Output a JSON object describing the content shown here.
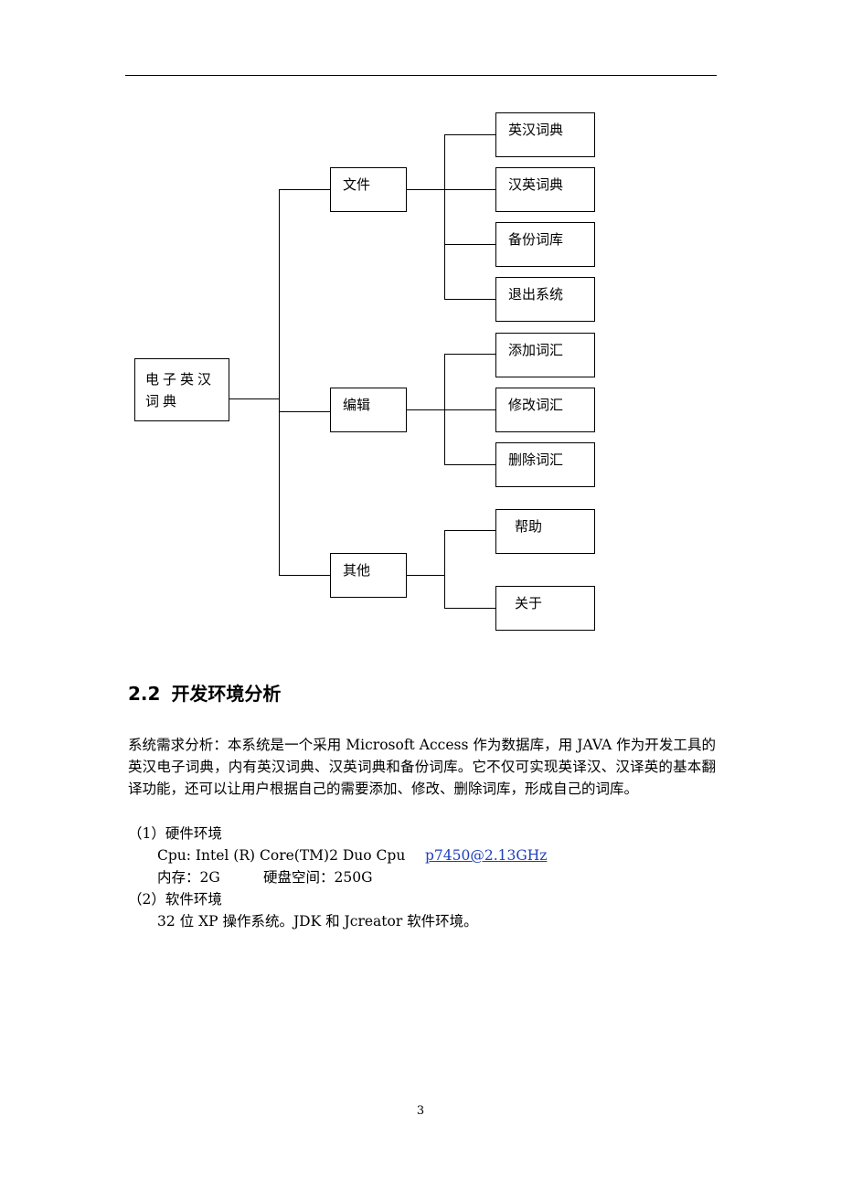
{
  "diagram": {
    "root": "电子英汉词典",
    "groups": {
      "file": {
        "label": "文件",
        "items": [
          "英汉词典",
          "汉英词典",
          "备份词库",
          "退出系统"
        ]
      },
      "edit": {
        "label": "编辑",
        "items": [
          "添加词汇",
          "修改词汇",
          "删除词汇"
        ]
      },
      "other": {
        "label": "其他",
        "items": [
          "帮助",
          "关于"
        ]
      }
    }
  },
  "section": {
    "number": "2.2",
    "title": "开发环境分析"
  },
  "body": {
    "paragraph": "系统需求分析：本系统是一个采用 Microsoft Access 作为数据库，用 JAVA 作为开发工具的英汉电子词典，内有英汉词典、汉英词典和备份词库。它不仅可实现英译汉、汉译英的基本翻译功能，还可以让用户根据自己的需要添加、修改、删除词库，形成自己的词库。",
    "hardware_heading": "（1）硬件环境",
    "cpu_text": "Cpu: Intel (R) Core(TM)2 Duo Cpu",
    "cpu_link": "p7450@2.13GHz",
    "memory_label": "内存：",
    "memory_value": "2G",
    "disk_label": "硬盘空间：",
    "disk_value": "250G",
    "software_heading": "（2）软件环境",
    "software_text": "32 位 XP 操作系统。JDK 和 Jcreator 软件环境。"
  },
  "page_number": "3"
}
